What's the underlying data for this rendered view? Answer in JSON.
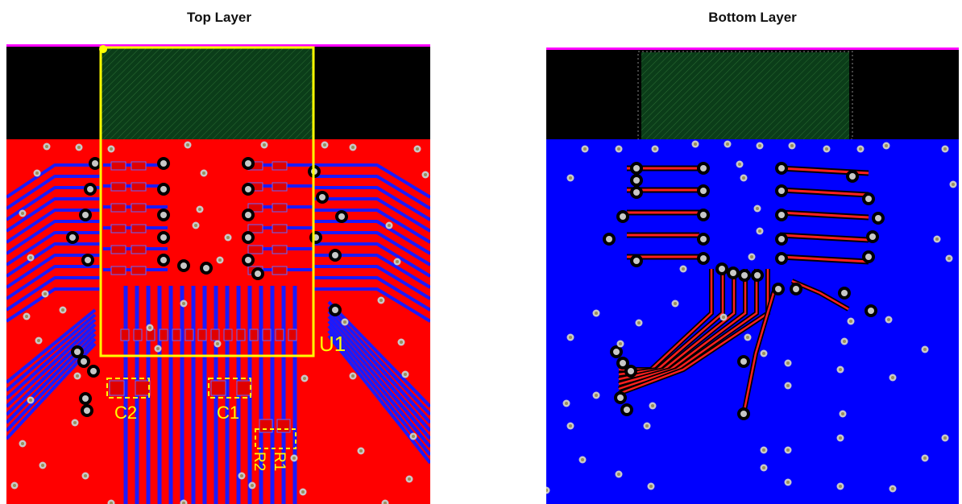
{
  "panels": {
    "top": {
      "title": "Top Layer",
      "designators": {
        "u1": "U1",
        "c2": "C2",
        "c1": "C1",
        "r1": "R1",
        "r2": "R2"
      }
    },
    "bottom": {
      "title": "Bottom Layer"
    }
  },
  "colors": {
    "top_copper": "#ff0000",
    "bottom_copper": "#0000ff",
    "overlay_yellow": "#ffff00",
    "board_edge_magenta": "#ff00ff",
    "keepout_black": "#000000",
    "via_ring": "#c8c8c8",
    "via_hole": "#9b8f5a",
    "keepout_hatch": "#0c4d1e"
  }
}
